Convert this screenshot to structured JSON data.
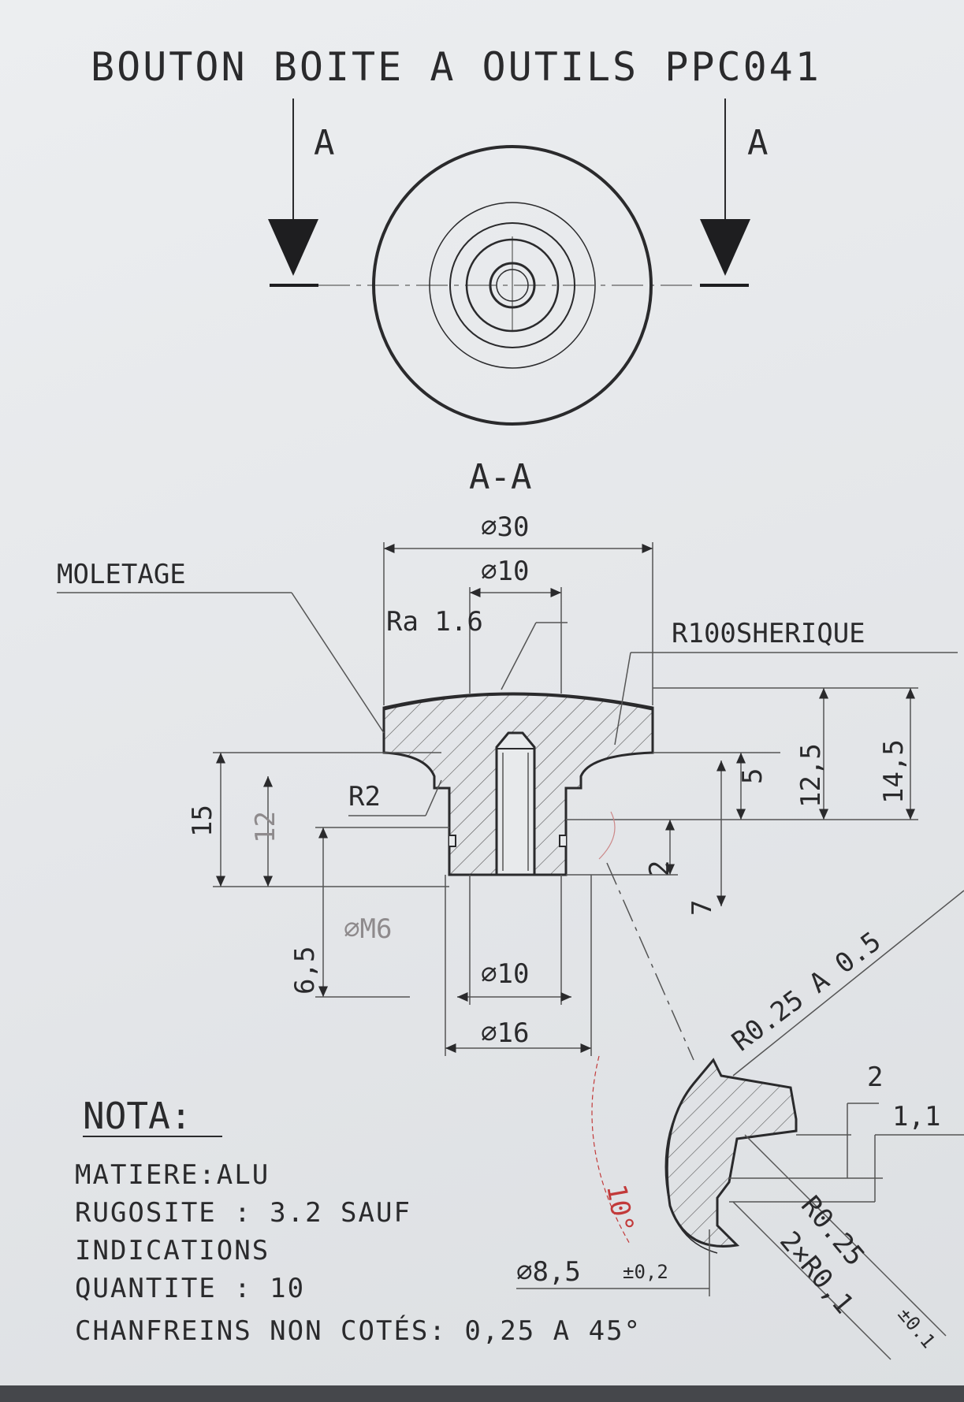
{
  "title": "BOUTON BOITE A OUTILS PPC041",
  "section_marks": {
    "left": "A",
    "right": "A",
    "section_title": "A-A"
  },
  "dims": {
    "d30": "∅30",
    "d10_top": "∅10",
    "ra": "Ra 1.6",
    "r100": "R100SHERIQUE",
    "moletage": "MOLETAGE",
    "r2": "R2",
    "h15": "15",
    "h12": "12",
    "h65": "6,5",
    "m6": "∅M6",
    "d10_bot": "∅10",
    "d16": "∅16",
    "v5": "5",
    "v125": "12,5",
    "v145": "14,5",
    "v2": "2",
    "v7": "7"
  },
  "detail": {
    "r025a05": "R0.25 A 0.5",
    "two": "2",
    "onecomma1": "1,1",
    "angle": "10°",
    "d85": "∅8,5",
    "d85_tol": "±0,2",
    "r025": "R0.25",
    "r025_tol": "±0.1",
    "two_r01": "2×R0,1"
  },
  "nota": {
    "heading": "NOTA:",
    "lines": [
      "MATIERE:ALU",
      "RUGOSITE : 3.2 SAUF",
      "INDICATIONS",
      "QUANTITE : 10",
      "CHANFREINS NON COTÉS: 0,25 A 45°"
    ]
  }
}
